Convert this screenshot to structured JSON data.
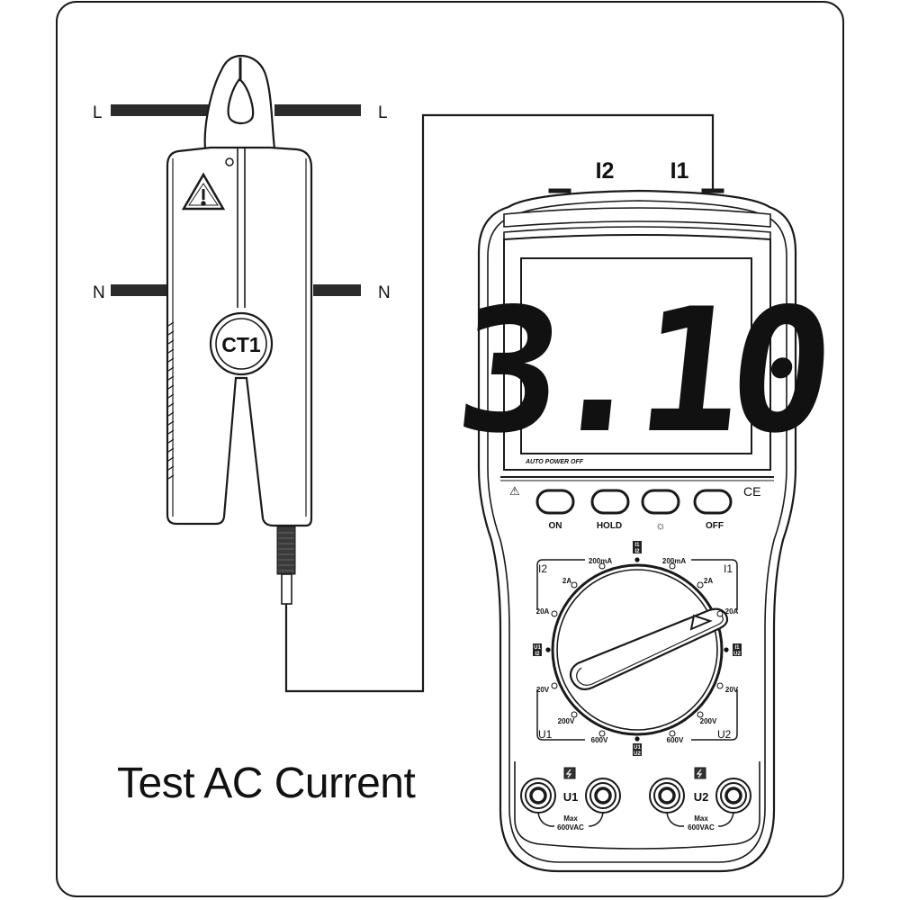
{
  "frame": {
    "stroke": "#1a1a1a"
  },
  "title": "Test AC Current",
  "wires": {
    "line_left_label": "L",
    "line_right_label": "L",
    "neutral_left_label": "N",
    "neutral_right_label": "N"
  },
  "clamp": {
    "label": "CT1",
    "warning_icon": "warning-triangle-icon"
  },
  "meter": {
    "input_labels": {
      "i2": "I2",
      "i1": "I1"
    },
    "display": {
      "reading": "3.10",
      "footer": "AUTO POWER OFF"
    },
    "buttons": [
      {
        "label": "ON"
      },
      {
        "label": "HOLD"
      },
      {
        "label": "☼",
        "icon": "backlight-icon"
      },
      {
        "label": "OFF"
      }
    ],
    "marks": {
      "warning": "⚠",
      "ce": "CE"
    },
    "dial": {
      "groups": {
        "top_left": "I2",
        "top_right": "I1",
        "bottom_left": "U1",
        "bottom_right": "U2"
      },
      "positions": {
        "top": [
          "I1",
          "I2"
        ],
        "left": [
          "U1",
          "I2"
        ],
        "right": [
          "I1",
          "U2"
        ],
        "bottom": [
          "U1",
          "U2"
        ]
      },
      "i2_ranges": [
        "200mA",
        "2A",
        "20A"
      ],
      "i1_ranges": [
        "200mA",
        "2A",
        "20A"
      ],
      "u1_ranges": [
        "20V",
        "200V",
        "600V"
      ],
      "u2_ranges": [
        "20V",
        "200V",
        "600V"
      ]
    },
    "jacks": {
      "u1_label": "U1",
      "u2_label": "U2",
      "max_text": "Max",
      "rating": "600VAC"
    }
  }
}
